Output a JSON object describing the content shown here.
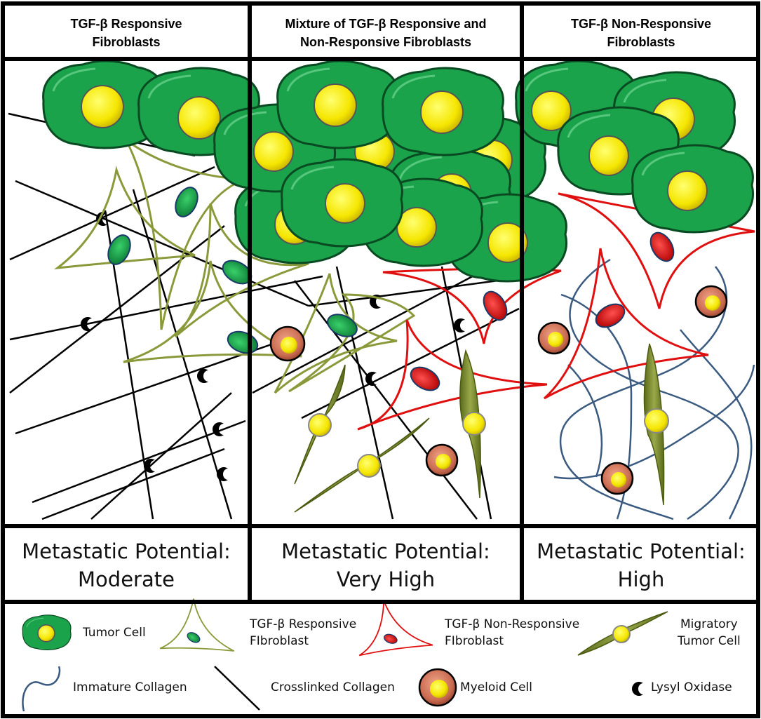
{
  "panels": [
    {
      "header_lines": [
        "TGF-β Responsive",
        "Fibroblasts"
      ],
      "potential_lines": [
        "Metastatic Potential:",
        "Moderate"
      ]
    },
    {
      "header_lines": [
        "Mixture of TGF-β Responsive and",
        "Non-Responsive Fibroblasts"
      ],
      "potential_lines": [
        "Metastatic Potential:",
        "Very High"
      ]
    },
    {
      "header_lines": [
        "TGF-β Non-Responsive",
        "Fibroblasts"
      ],
      "potential_lines": [
        "Metastatic Potential:",
        "High"
      ]
    }
  ],
  "legend": {
    "tumor_cell": [
      "Tumor Cell"
    ],
    "responsive_fibroblast": [
      "TGF-β Responsive",
      "FIbroblast"
    ],
    "nonresponsive_fibroblast": [
      "TGF-β Non-Responsive",
      "FIbroblast"
    ],
    "migratory_cell": [
      "Migratory",
      "Tumor Cell"
    ],
    "immature_collagen": [
      "Immature Collagen"
    ],
    "crosslinked_collagen": [
      "Crosslinked Collagen"
    ],
    "myeloid_cell": [
      "Myeloid Cell"
    ],
    "lysyl_oxidase": [
      "Lysyl Oxidase"
    ]
  },
  "colors": {
    "tumor_fill": "#1aa34a",
    "nucleus": "#f5e600",
    "responsive_fibroblast": "#8a9a3a",
    "nonresponsive_fibroblast": "#e01010",
    "immature_collagen": "#3a5a80",
    "myeloid": "#c96a50",
    "migratory": "#7b8a2a"
  }
}
